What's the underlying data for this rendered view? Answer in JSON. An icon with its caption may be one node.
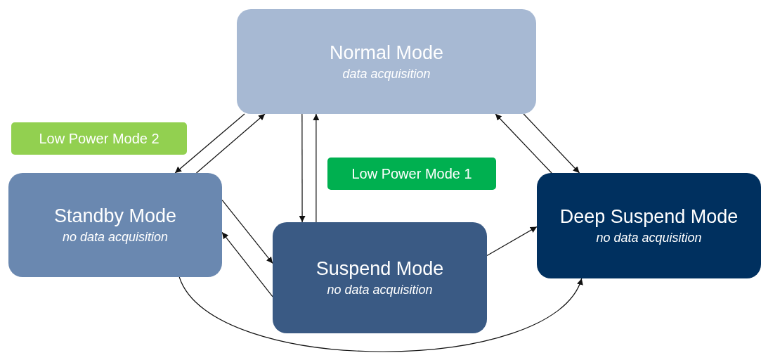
{
  "diagram": {
    "nodes": [
      {
        "text": [
          "Normal Mode",
          "data acquisition"
        ]
      },
      {
        "text": [
          "Low Power Mode 2"
        ]
      },
      {
        "text": [
          "Low Power Mode 1"
        ]
      },
      {
        "text": [
          "Standby Mode",
          "no data acquisition"
        ]
      },
      {
        "text": [
          "Deep Suspend Mode",
          "no data acquisition"
        ]
      },
      {
        "text": [
          "Suspend Mode",
          "no data acquisition"
        ]
      }
    ],
    "edges": [
      {
        "from": 0,
        "to": 3,
        "arrow": "to"
      },
      {
        "from": 3,
        "to": 0,
        "arrow": "to"
      },
      {
        "from": 0,
        "to": 5,
        "arrow": "to"
      },
      {
        "from": 5,
        "to": 0,
        "arrow": "to"
      },
      {
        "from": 4,
        "to": 0,
        "arrow": "to"
      },
      {
        "from": 0,
        "to": 4,
        "arrow": "to"
      },
      {
        "from": 3,
        "to": 5,
        "arrow": "to"
      },
      {
        "from": 5,
        "to": 3,
        "arrow": "to"
      },
      {
        "from": 5,
        "to": 4,
        "arrow": "to"
      },
      {
        "from": 3,
        "to": 4,
        "arrow": "to"
      }
    ]
  }
}
